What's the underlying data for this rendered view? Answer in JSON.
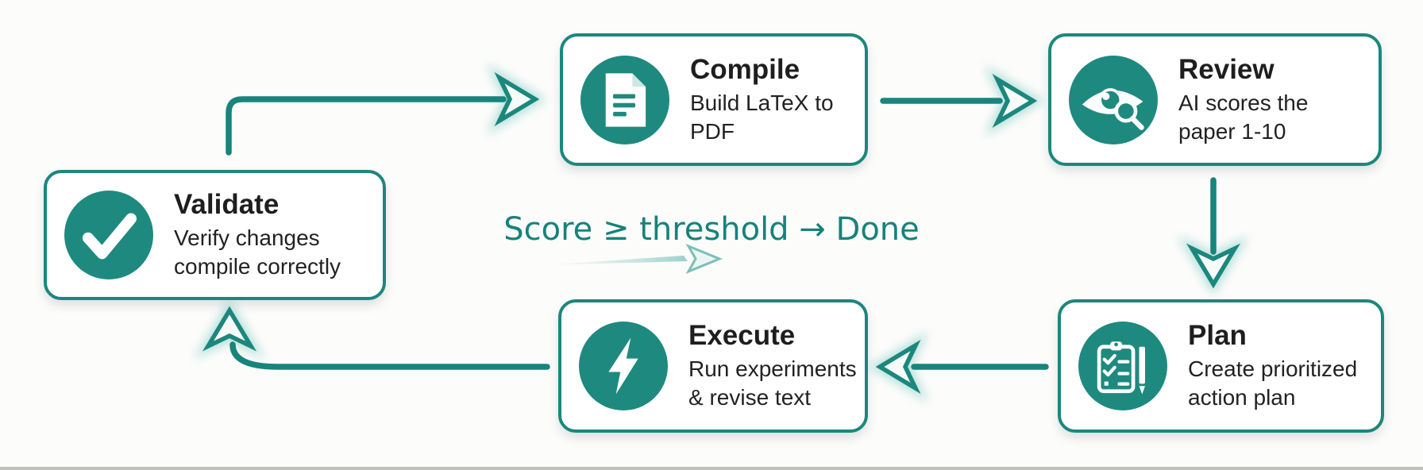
{
  "exit_label": "Score ≥ threshold → Done",
  "colors": {
    "teal_line": "#17857B",
    "teal_fill": "#1E8A7F",
    "glow": "#A9DCD5",
    "title_text": "#1E1E1E",
    "subtitle_text": "#222222",
    "exit_text": "#15837A",
    "background": "#fcfcfb"
  },
  "nodes": [
    {
      "id": "validate",
      "title": "Validate",
      "subtitle": "Verify changes compile correctly",
      "icon": "check-icon"
    },
    {
      "id": "compile",
      "title": "Compile",
      "subtitle": "Build LaTeX to PDF",
      "icon": "document-icon"
    },
    {
      "id": "review",
      "title": "Review",
      "subtitle": "AI scores the paper 1-10",
      "icon": "eye-magnifier-icon"
    },
    {
      "id": "plan",
      "title": "Plan",
      "subtitle": "Create prioritized action plan",
      "icon": "clipboard-checklist-icon"
    },
    {
      "id": "execute",
      "title": "Execute",
      "subtitle": "Run experiments & revise text",
      "icon": "lightning-icon"
    }
  ],
  "edges": [
    {
      "from": "validate",
      "to": "compile"
    },
    {
      "from": "compile",
      "to": "review"
    },
    {
      "from": "review",
      "to": "plan"
    },
    {
      "from": "plan",
      "to": "execute"
    },
    {
      "from": "execute",
      "to": "validate"
    }
  ]
}
